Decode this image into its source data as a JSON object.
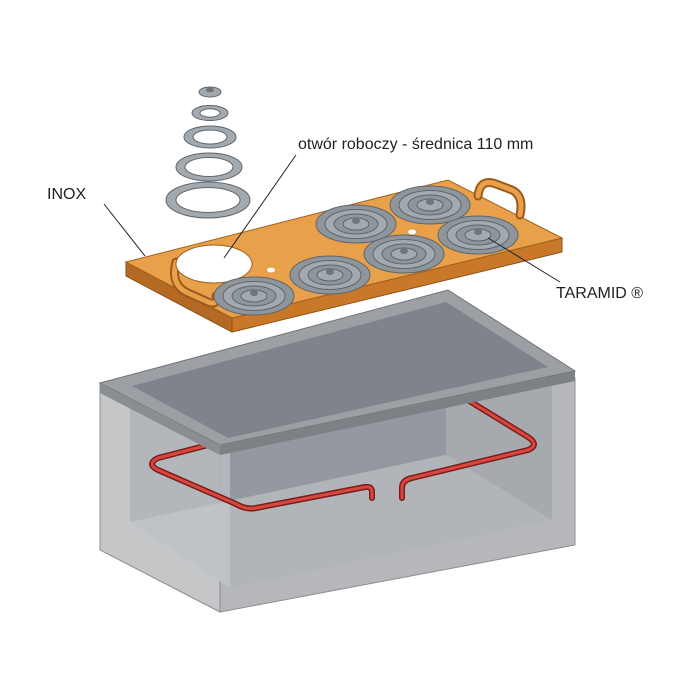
{
  "labels": {
    "working_hole": "otwór roboczy - średnica 110 mm",
    "inox": "INOX",
    "taramid": "TARAMID ®"
  },
  "colors": {
    "lid_top": "#E8A04A",
    "lid_front": "#C87828",
    "lid_side": "#B46A22",
    "ring_fill": "#9CA4AA",
    "ring_dark": "#6E767C",
    "tank_outer": "#BEBFC1",
    "tank_inner": "#9FA3A8",
    "tank_rim": "#7E8287",
    "heater": "#C8302A",
    "leader": "#222222"
  }
}
